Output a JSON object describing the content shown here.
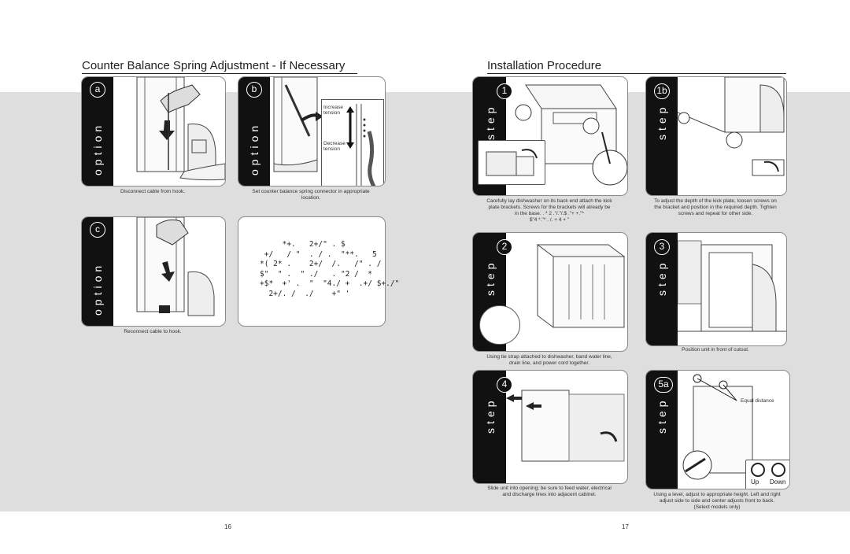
{
  "left_page": {
    "title": "Counter Balance Spring Adjustment - If Necessary",
    "page_number": "16",
    "panels": {
      "a": {
        "tab_label": "option",
        "badge": "a",
        "caption": "Disconnect cable from hook."
      },
      "b": {
        "tab_label": "option",
        "badge": "b",
        "caption_line1": "Set counter balance spring connector in appropriate",
        "caption_line2": "location.",
        "increase_label_1": "Increase",
        "increase_label_2": "tension",
        "decrease_label_1": "Decrease",
        "decrease_label_2": "tension"
      },
      "c": {
        "tab_label": "option",
        "badge": "c",
        "caption": "Reconnect cable to hook."
      }
    },
    "garbled_text": "     *+.   2+/\" . $\n +/   / \"  . / .  \"**.   5\n*( 2* .    2+/  /.   /\" . /\n$\"  \" .  \" ./   . \"2 /  *\n+$*  +' .  \"  \"4./ +  .+/ $+./\"\n  2+/. /  ./    +\" '"
  },
  "right_page": {
    "title": "Installation Procedure",
    "page_number": "17",
    "steps": {
      "s1": {
        "tab_label": "step",
        "badge": "1",
        "caption_line1": "Carefully lay dishwasher on its back end attach the kick",
        "caption_line2": "plate brackets. Screws for the brackets will already be",
        "caption_line3": "in the base.           . * 2 .\"/.\"/.$   .\"+ +.\"*",
        "caption_line4": "$\"4 *.\"* .    /. + 4 +  \""
      },
      "s1b": {
        "tab_label": "step",
        "badge": "1b",
        "caption_line1": "To adjust the depth of the kick plate, loosen screws on",
        "caption_line2": "the bracket and position in the required depth. Tighten",
        "caption_line3": "screws and repeat for other side."
      },
      "s2": {
        "tab_label": "step",
        "badge": "2",
        "caption_line1": "Using tie strap attached to dishwasher, band water line,",
        "caption_line2": "drain line, and power cord together."
      },
      "s3": {
        "tab_label": "step",
        "badge": "3",
        "caption": "Position unit in front of cutout."
      },
      "s4": {
        "tab_label": "step",
        "badge": "4",
        "caption_line1": "Slide unit into opening; be sure to feed water, electrical",
        "caption_line2": "and discharge lines into adjacent cabinet."
      },
      "s5a": {
        "tab_label": "step",
        "badge": "5a",
        "equal_distance": "Equal distance",
        "up_label": "Up",
        "down_label": "Down",
        "caption_line1": "Using a level, adjust to appropriate height. Left and right",
        "caption_line2": "adjust side to side and center adjusts front to back.",
        "caption_line3": "(Select models only)"
      }
    }
  }
}
